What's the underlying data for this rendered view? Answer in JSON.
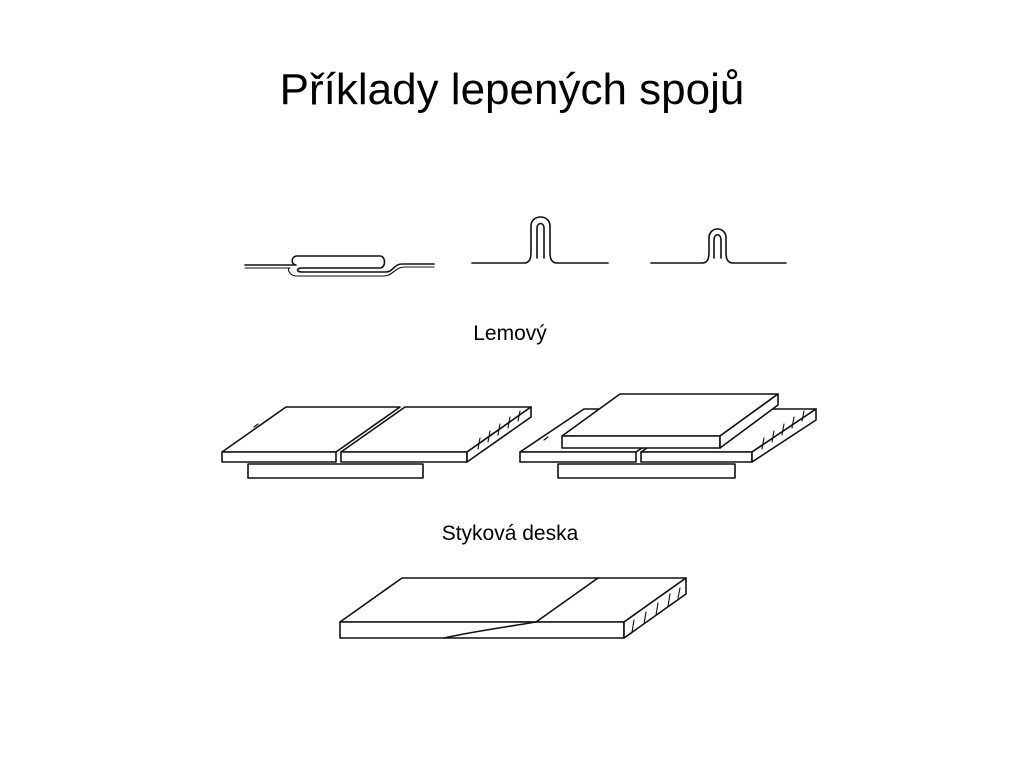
{
  "slide": {
    "title": "Příklady lepených spojů"
  },
  "figures": [
    {
      "caption": "Lemový"
    },
    {
      "caption": "Styková deska"
    }
  ]
}
